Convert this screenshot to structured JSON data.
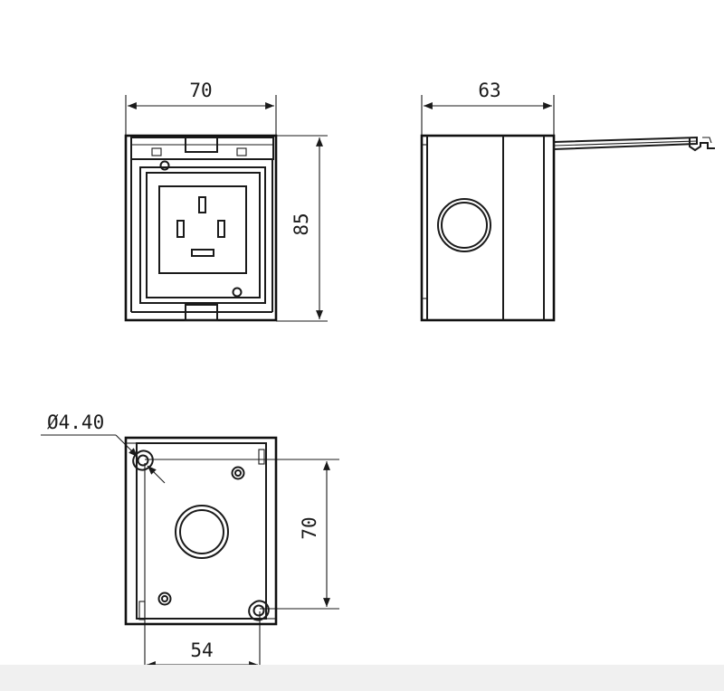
{
  "front_view": {
    "width_label": "70",
    "height_label": "85"
  },
  "side_view": {
    "depth_label": "63"
  },
  "back_view": {
    "hole_label": "Ø4.40",
    "hole_spacing_vertical": "70",
    "hole_spacing_horizontal": "54"
  },
  "colors": {
    "line": "#1a1a1a",
    "background": "#ffffff",
    "footer": "#f0f0f0"
  }
}
